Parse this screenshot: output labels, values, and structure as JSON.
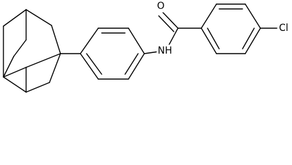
{
  "molecule": {
    "atoms": {
      "oxygen": "O",
      "nitrogen_h": "NH",
      "chlorine": "Cl"
    }
  },
  "colors": {
    "background": "#ffffff",
    "bond": "#000000",
    "text": "#000000"
  }
}
